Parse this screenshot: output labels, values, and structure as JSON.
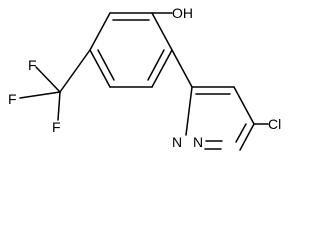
{
  "molecule": {
    "labels": {
      "hydroxyl": "OH",
      "fluorine_top": "F",
      "fluorine_left": "F",
      "fluorine_bottom": "F",
      "nitrogen_left": "N",
      "nitrogen_right": "N",
      "chlorine": "Cl"
    }
  }
}
